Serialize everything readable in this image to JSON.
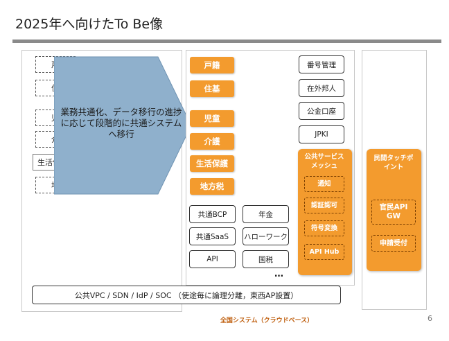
{
  "title": "2025年へ向けたTo Be像",
  "legacy_items": [
    "戸籍",
    "住基",
    "児童",
    "介護",
    "生活保護",
    "地方税"
  ],
  "arrow_text": "業務共通化、データ移行の進捗に応じて段階的に共通システムへ移行",
  "orange_buttons": [
    "戸籍",
    "住基",
    "児童",
    "介護",
    "生活保護",
    "地方税"
  ],
  "right_white_boxes": [
    "番号管理",
    "在外邦人",
    "公金口座",
    "JPKI"
  ],
  "service_mesh": {
    "title": "公共サービスメッシュ",
    "items": [
      "通知",
      "認証認可",
      "符号変換",
      "API Hub"
    ]
  },
  "bottom_boxes": [
    "共通BCP",
    "年金",
    "共通SaaS",
    "ハローワーク",
    "API",
    "国税"
  ],
  "ellipsis": "…",
  "private_touchpoint": {
    "title": "民間タッチポイント",
    "items": [
      "官民API GW",
      "申請受付"
    ]
  },
  "bottom_bar": "公共VPC / SDN / IdP / SOC （使途毎に論理分離，東西AP設置）",
  "footer": "全国システム（クラウドベース）",
  "page_number": "6",
  "colors": {
    "accent": "#f39b2e",
    "arrow": "#8fb0cc",
    "rule": "#8a8a8a"
  }
}
